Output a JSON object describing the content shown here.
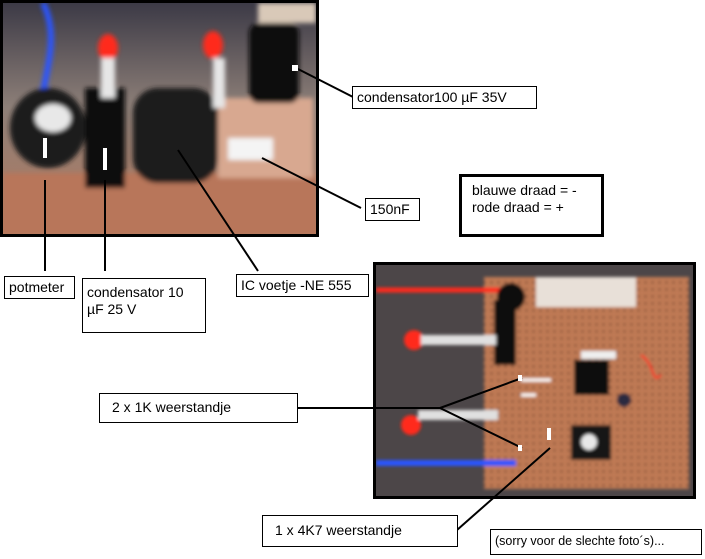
{
  "labels": {
    "condensator100": "condensator100 µF 35V",
    "nf150": "150nF",
    "legend_line1": "blauwe draad = -",
    "legend_line2": "rode draad = +",
    "potmeter": "potmeter",
    "condensator10_line1": "condensator 10",
    "condensator10_line2": "µF 25 V",
    "ic_socket": "IC voetje -NE 555",
    "resistors_1k": "2 x 1K weerstandje",
    "resistor_4k7": "1 x 4K7 weerstandje",
    "apology": "(sorry voor de slechte foto´s)..."
  },
  "colors": {
    "board": "#c07a54",
    "led_red": "#ff2a1a",
    "wire_blue": "#2a55ff",
    "capacitor": "#141414"
  }
}
